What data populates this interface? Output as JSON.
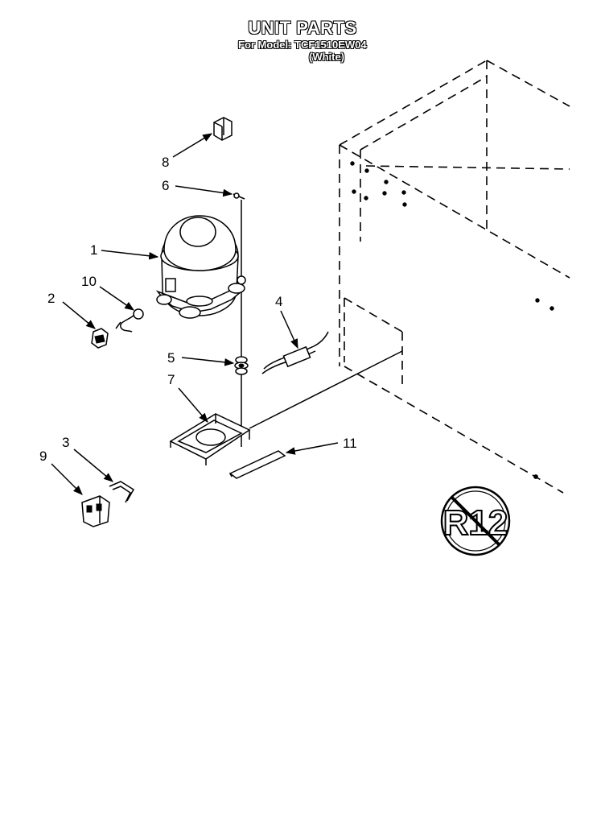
{
  "header": {
    "title": "UNIT PARTS",
    "model_line": "For Model: TCF1510EW04",
    "color_line": "(White)"
  },
  "callouts": [
    "1",
    "2",
    "3",
    "4",
    "5",
    "6",
    "7",
    "8",
    "9",
    "10",
    "11"
  ],
  "badge": {
    "text": "R12"
  }
}
